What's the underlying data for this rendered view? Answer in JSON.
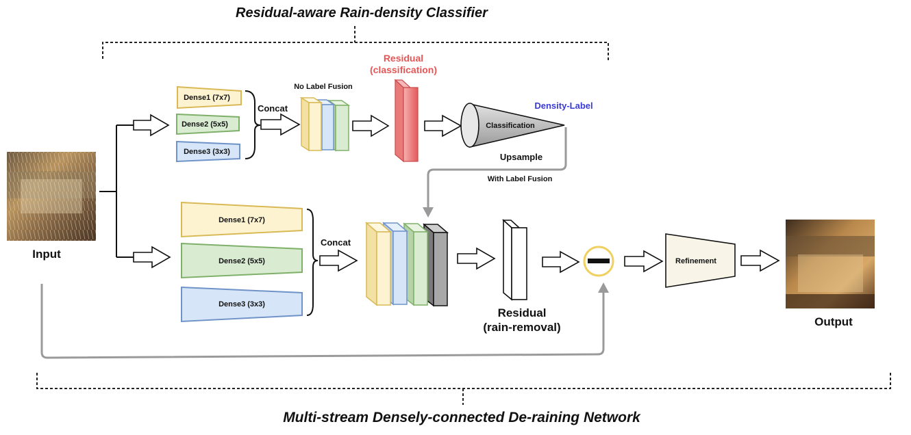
{
  "titles": {
    "top": "Residual-aware  Rain-density Classifier",
    "bottom": "Multi-stream Densely-connected De-raining Network"
  },
  "labels": {
    "input": "Input",
    "output": "Output",
    "concat_top": "Concat",
    "concat_bottom": "Concat",
    "no_label_fusion": "No Label Fusion",
    "residual_class_line1": "Residual",
    "residual_class_line2": "(classification)",
    "density_label": "Density-Label",
    "classification": "Classification",
    "upsample": "Upsample",
    "with_label_fusion": "With Label Fusion",
    "residual_rr_line1": "Residual",
    "residual_rr_line2": "(rain-removal)",
    "refinement": "Refinement"
  },
  "dense_top": [
    "Dense1 (7x7)",
    "Dense2 (5x5)",
    "Dense3 (3x3)"
  ],
  "dense_bottom": [
    "Dense1 (7x7)",
    "Dense2 (5x5)",
    "Dense3 (3x3)"
  ],
  "colors": {
    "dense1_fill": "#fdf3d0",
    "dense1_stroke": "#d9b955",
    "dense2_fill": "#d9ecd2",
    "dense2_stroke": "#7fb069",
    "dense3_fill": "#d6e6f8",
    "dense3_stroke": "#6f93c8",
    "residual_red": "#e85555",
    "density_blue": "#3a3ad6",
    "arrow_gray": "#9a9a9a",
    "subtract_ring": "#f0d060",
    "refinement_fill": "#f8f5e8"
  }
}
